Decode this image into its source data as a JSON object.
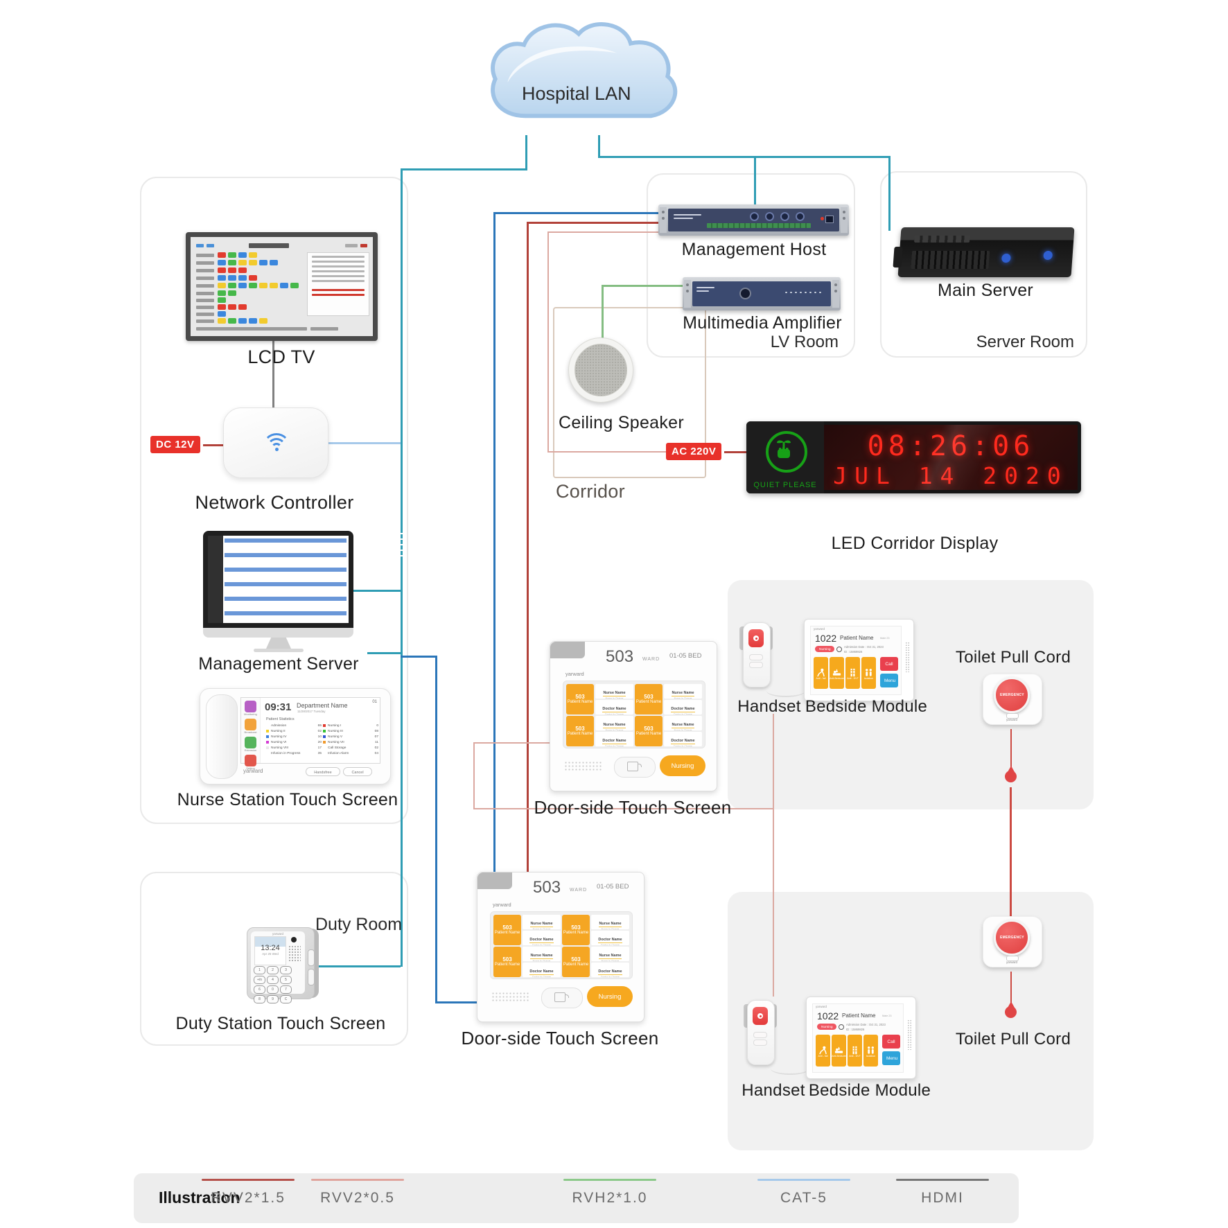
{
  "cloud": {
    "label": "Hospital LAN"
  },
  "rooms": {
    "lv": "LV Room",
    "server": "Server Room",
    "corridor": "Corridor",
    "duty": "Duty Room"
  },
  "labels": {
    "lcd_tv": "LCD TV",
    "network_controller": "Network Controller",
    "management_server": "Management Server",
    "nurse_station": "Nurse Station Touch Screen",
    "management_host": "Management Host",
    "multimedia_amplifier": "Multimedia Amplifier",
    "main_server": "Main Server",
    "ceiling_speaker": "Ceiling Speaker",
    "led_display": "LED Corridor Display",
    "door_screen": "Door-side Touch Screen",
    "handset": "Handset",
    "bedside_module": "Bedside Module",
    "toilet_pull_cord": "Toilet Pull Cord",
    "duty_station": "Duty Station Touch Screen"
  },
  "power": {
    "dc_12v": "DC 12V",
    "ac_220v": "AC 220V"
  },
  "led_display": {
    "quiet_text": "QUIET PLEASE",
    "time": "08:26:06",
    "date": "JUL 14 2020"
  },
  "nurse_station": {
    "brand": "yarward",
    "station_no": "01",
    "time": "09:31",
    "department": "Department Name",
    "date": "11/28/2017  Tuesday",
    "section_title": "Patient Statistics",
    "sidebar": [
      {
        "label": "Monitoring",
        "color": "#b75fc5"
      },
      {
        "label": "Broadcast",
        "color": "#f2a33c"
      },
      {
        "label": "Extension",
        "color": "#56b45c"
      },
      {
        "label": "Setting",
        "color": "#e2574c"
      }
    ],
    "stats_left": [
      {
        "chip": "",
        "label": "Admission",
        "value": "65"
      },
      {
        "chip": "#f2d024",
        "label": "Nursing II",
        "value": "02"
      },
      {
        "chip": "#3b7ddd",
        "label": "Nursing IV",
        "value": "10"
      },
      {
        "chip": "#d43bd4",
        "label": "Nursing VI",
        "value": "20"
      },
      {
        "chip": "#e8e8e8",
        "label": "Nursing VIII",
        "value": "17"
      },
      {
        "chip": "",
        "label": "Infusion in Progress",
        "value": "35"
      }
    ],
    "stats_right": [
      {
        "chip": "#e03a2f",
        "label": "Nursing I",
        "value": "0"
      },
      {
        "chip": "#35c135",
        "label": "Nursing III",
        "value": "08"
      },
      {
        "chip": "#2f55d4",
        "label": "Nursing V",
        "value": "07"
      },
      {
        "chip": "#f09a2e",
        "label": "Nursing VII",
        "value": "11"
      },
      {
        "chip": "",
        "label": "Call Storage",
        "value": "02"
      },
      {
        "chip": "",
        "label": "Infusion Alarm",
        "value": "04"
      }
    ],
    "buttons": {
      "handsfree": "Handsfree",
      "cancel": "Cancel"
    }
  },
  "door_screen": {
    "brand": "yarward",
    "room": "503",
    "ward": "WARD",
    "bed": "01-05 BED",
    "nursing_button": "Nursing",
    "card": {
      "room": "503",
      "patient": "Patient Name",
      "nurse": "Nurse Name",
      "nurse_sub": "Nurse In Charge",
      "doctor": "Doctor Name",
      "doctor_sub": "Doctor In Charge"
    }
  },
  "bedside_module": {
    "brand": "yarward",
    "room": "1022",
    "patient": "Patient Name",
    "patient_meta": "Male 23",
    "status": "Nursing",
    "admission": "Admission Date : Oct 31, 2023",
    "patient_id": "ID : 15869826",
    "tiles": [
      "Anti - fall",
      "Anti-Bedsore",
      "Anti - DVT",
      "Isolation"
    ],
    "call_button": "Call",
    "menu_button": "Menu"
  },
  "toilet_pull_cord": {
    "button_label": "EMERGENCY",
    "brand": "yarward"
  },
  "duty_station": {
    "brand": "yarward",
    "time": "13:24",
    "date": "Apr 25  Wed",
    "keys": [
      "1",
      "2",
      "3",
      "+/n",
      "4",
      "5",
      "6",
      "0",
      "7",
      "8",
      "9",
      "C"
    ]
  },
  "legend": {
    "title": "Illustration",
    "items": [
      {
        "label": "RVV2*1.5",
        "color": "#b5524c"
      },
      {
        "label": "RVV2*0.5",
        "color": "#e0a59e"
      },
      {
        "label": "RVH2*1.0",
        "color": "#8cc98a"
      },
      {
        "label": "CAT-5",
        "color": "#a6c9ea"
      },
      {
        "label": "HDMI",
        "color": "#777777"
      }
    ]
  }
}
